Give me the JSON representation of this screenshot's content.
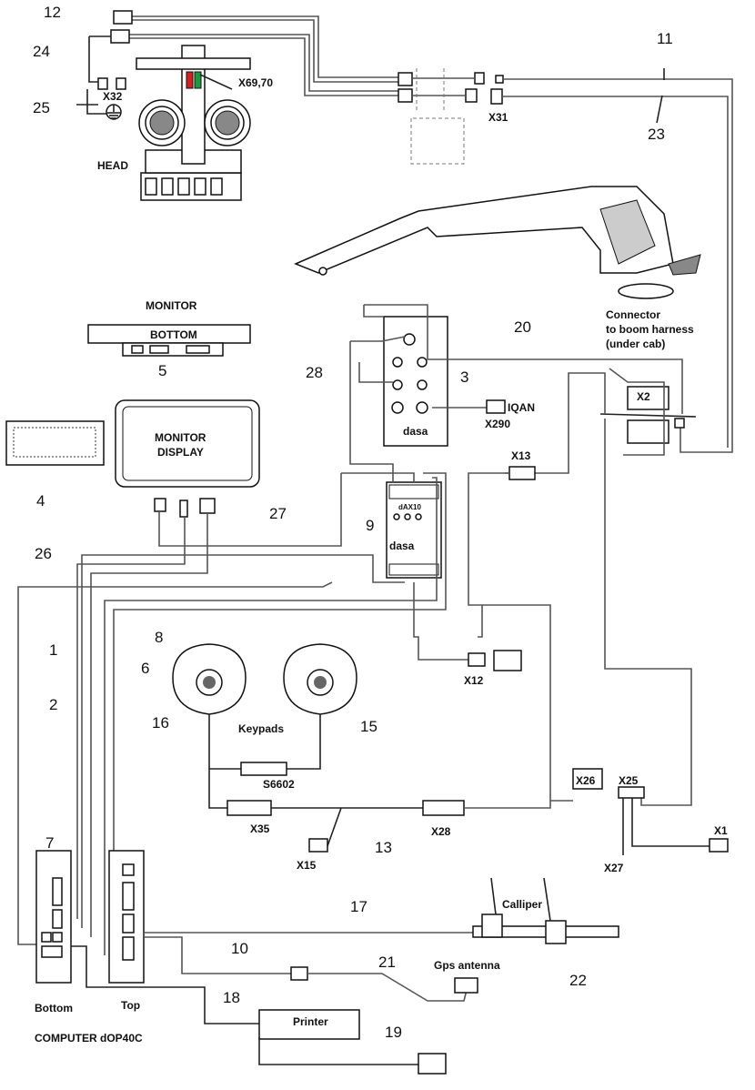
{
  "numbers": {
    "n1": "1",
    "n2": "2",
    "n3": "3",
    "n4": "4",
    "n5": "5",
    "n6": "6",
    "n7": "7",
    "n8": "8",
    "n9": "9",
    "n10": "10",
    "n11": "11",
    "n12": "12",
    "n13": "13",
    "n15": "15",
    "n16": "16",
    "n17": "17",
    "n18": "18",
    "n19": "19",
    "n20": "20",
    "n21": "21",
    "n22": "22",
    "n23": "23",
    "n24": "24",
    "n25": "25",
    "n26": "26",
    "n27": "27",
    "n28": "28"
  },
  "connectors": {
    "x32": "X32",
    "x69": "X69,70",
    "x31": "X31",
    "x2": "X2",
    "x290": "X290",
    "x13": "X13",
    "x12": "X12",
    "s6602": "S6602",
    "x35": "X35",
    "x15": "X15",
    "x28": "X28",
    "x26": "X26",
    "x25": "X25",
    "x27": "X27",
    "x1": "X1"
  },
  "labels": {
    "head": "HEAD",
    "monitor": "MONITOR",
    "bottom_bar": "BOTTOM",
    "monitor_display_1": "MONITOR",
    "monitor_display_2": "DISPLAY",
    "connector_1": "Connector",
    "connector_2": "to boom harness",
    "connector_3": "(under cab)",
    "iqan": "IQAN",
    "keypads": "Keypads",
    "calliper": "Calliper",
    "gps": "Gps antenna",
    "bottom": "Bottom",
    "top": "Top",
    "computer": "COMPUTER  dOP40C",
    "printer": "Printer",
    "dasa": "dasa",
    "dasa2": "dasa",
    "dax10": "dAX10"
  },
  "colors": {
    "wire": "#555555",
    "red_led": "#d62020",
    "green_led": "#1a9a3a"
  }
}
